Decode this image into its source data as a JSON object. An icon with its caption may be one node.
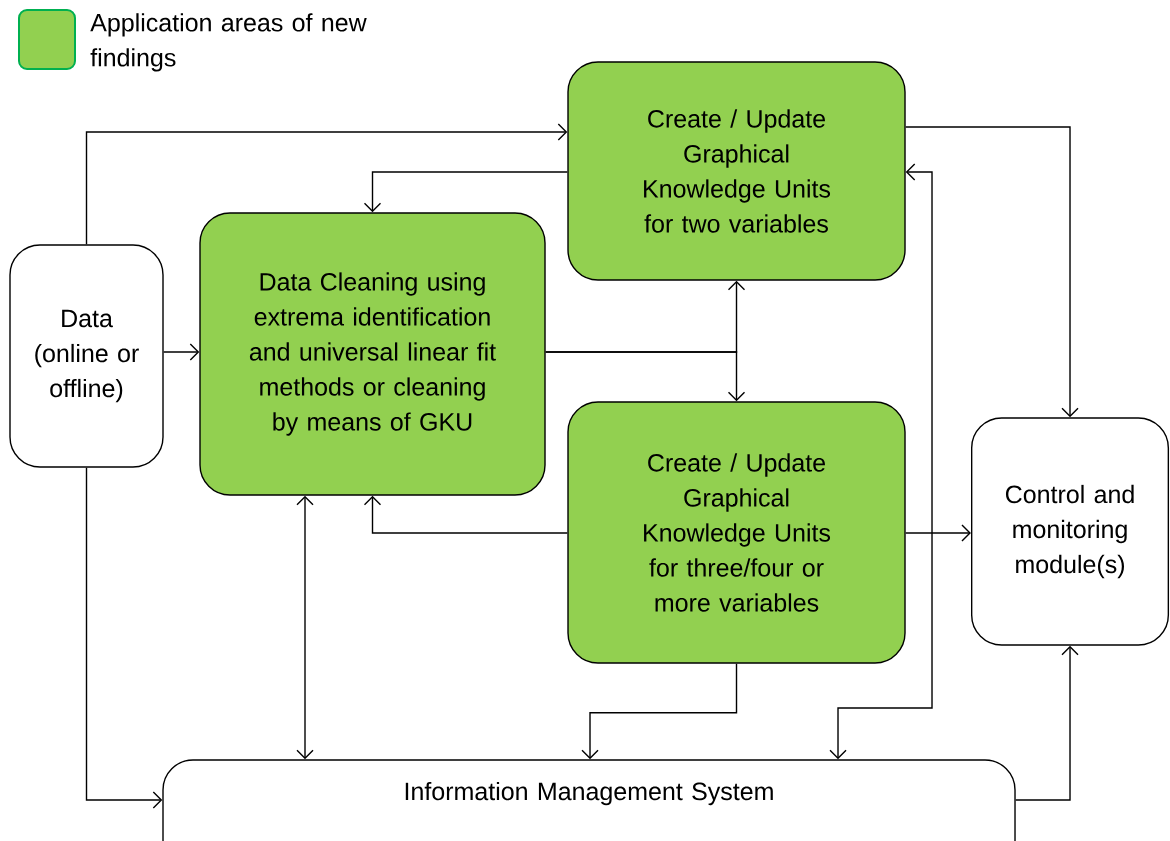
{
  "diagram": {
    "nodes": [
      {
        "text": [
          "Data (online or offline)"
        ]
      },
      {
        "text": [
          "Data Cleaning using extrema identification and universal linear fit methods or cleaning by means of GKU"
        ]
      },
      {
        "text": [
          "Create / Update Graphical Knowledge Units for two variables"
        ]
      },
      {
        "text": [
          "Create / Update Graphical Knowledge Units for three/four or more variables"
        ]
      },
      {
        "text": [
          "Control and monitoring module(s)"
        ]
      },
      {
        "text": [
          "Information Management System"
        ]
      }
    ],
    "edges": [
      {
        "from": 0,
        "to": 2,
        "arrow": "to"
      },
      {
        "from": 0,
        "to": 1,
        "arrow": "to"
      },
      {
        "from": 0,
        "to": 5,
        "arrow": "to"
      },
      {
        "from": 2,
        "to": 1,
        "arrow": "to"
      },
      {
        "from": 1,
        "to": 2,
        "arrow": "to"
      },
      {
        "from": 1,
        "to": 3,
        "arrow": "to"
      },
      {
        "from": 3,
        "to": 1,
        "arrow": "to"
      },
      {
        "from": 1,
        "to": 5,
        "arrow": "both"
      },
      {
        "from": 3,
        "to": 5,
        "arrow": "to"
      },
      {
        "from": 5,
        "to": 2,
        "arrow": "both"
      },
      {
        "from": 2,
        "to": 4,
        "arrow": "to"
      },
      {
        "from": 3,
        "to": 4,
        "arrow": "to"
      },
      {
        "from": 5,
        "to": 4,
        "arrow": "to"
      }
    ],
    "legend": [
      {
        "text": "Application areas of new findings",
        "color": "#92d050"
      }
    ]
  }
}
